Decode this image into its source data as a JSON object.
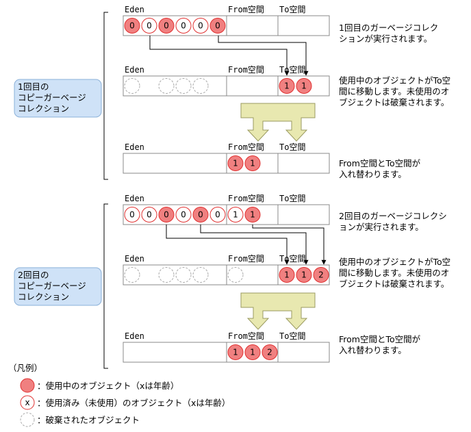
{
  "area_labels": {
    "eden": "Eden",
    "from": "From空間",
    "to": "To空間"
  },
  "stages": [
    {
      "title_lines": [
        "1回目の",
        "コピーガーベージ",
        "コレクション"
      ]
    },
    {
      "title_lines": [
        "2回目の",
        "コピーガーベージ",
        "コレクション"
      ]
    }
  ],
  "descriptions": [
    [
      "1回目のガーベージコレク",
      "ションが実行されます。"
    ],
    [
      "使用中のオブジェクトがTo空",
      "間に移動します。未使用のオ",
      "ブジェクトは破棄されます。"
    ],
    [
      "From空間とTo空間が",
      "入れ替わります。"
    ],
    [
      "2回目のガーベージコレクシ",
      "ョンが実行されます。"
    ],
    [
      "使用中のオブジェクトがTo空",
      "間に移動します。未使用のオ",
      "ブジェクトは破棄されます。"
    ],
    [
      "From空間とTo空間が",
      "入れ替わります。"
    ]
  ],
  "rows": [
    {
      "eden": [
        "0:live",
        "0:dead",
        "0:live",
        "0:dead",
        "0:dead",
        "0:live"
      ],
      "from": [],
      "to": []
    },
    {
      "eden": [
        "gone",
        "",
        "gone",
        "gone",
        "gone",
        ""
      ],
      "from": [],
      "to": [
        "1:live",
        "1:live"
      ]
    },
    {
      "eden": [],
      "from": [
        "1:live",
        "1:live"
      ],
      "to": []
    },
    {
      "eden": [
        "0:dead",
        "0:dead",
        "0:live",
        "0:dead",
        "0:live",
        "0:dead"
      ],
      "from": [
        "1:dead",
        "1:live"
      ],
      "to": []
    },
    {
      "eden": [
        "gone",
        "",
        "gone",
        "gone",
        "gone",
        ""
      ],
      "from": [
        "gone"
      ],
      "to": [
        "1:live",
        "1:live",
        "2:live"
      ]
    },
    {
      "eden": [],
      "from": [
        "1:live",
        "1:live",
        "2:live"
      ],
      "to": []
    }
  ],
  "legend": {
    "title": "（凡例）",
    "items": [
      {
        "symbol": "",
        "kind": "live",
        "text": "：使用中のオブジェクト（xは年齢）"
      },
      {
        "symbol": "x",
        "kind": "dead",
        "text": "：使用済み（未使用）のオブジェクト（xは年齢）"
      },
      {
        "symbol": "",
        "kind": "gone",
        "text": "：破棄されたオブジェクト"
      }
    ]
  },
  "colors": {
    "live_fill": "#f08080",
    "dead_stroke": "#e03030",
    "gone_stroke": "#aaaaaa",
    "bracket_fill": "#e8e8b0",
    "bracket_stroke": "#9a9a60",
    "stage_fill": "#cfe2f7",
    "stage_stroke": "#8ab0d8",
    "box_stroke": "#888888"
  }
}
